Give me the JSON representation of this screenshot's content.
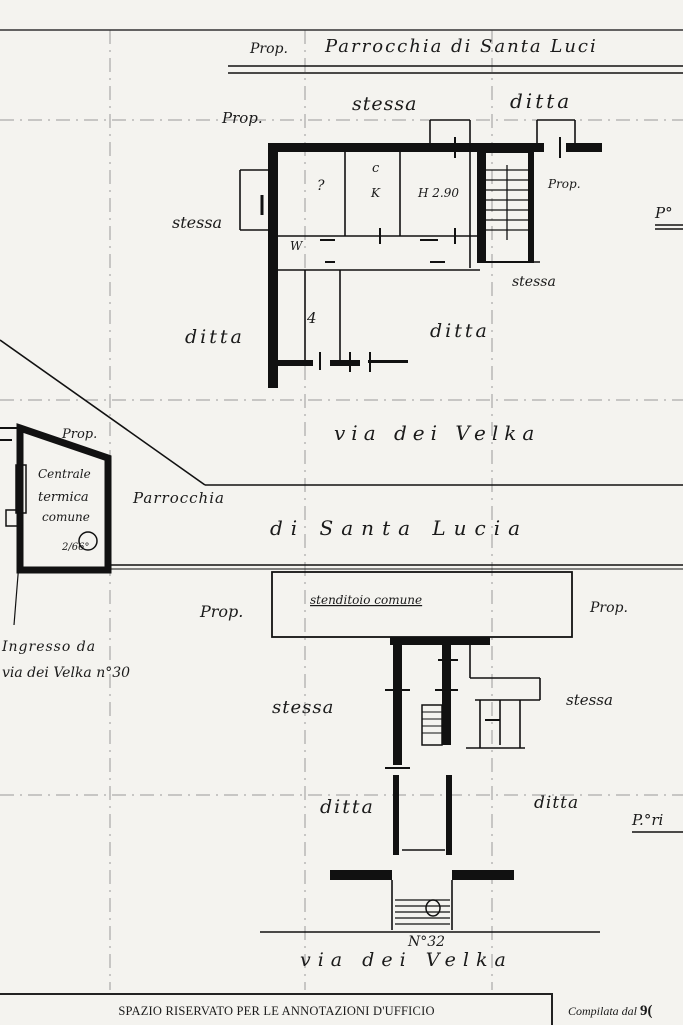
{
  "plan": {
    "owner_header": {
      "prefix": "Prop.",
      "text": "Parrocchia di Santa Luci"
    },
    "upper": {
      "north_prop": "Prop.",
      "north_same": "stessa",
      "north_ditta": "ditta",
      "stair_prop": "Prop.",
      "west_same": "stessa",
      "stair_same": "stessa",
      "west_ditta": "ditta",
      "south_ditta": "ditta",
      "room_labels": [
        "?",
        "c",
        "K",
        "H 2.90",
        "W",
        "4"
      ],
      "street": "via dei Velka",
      "floor_tag": "P°"
    },
    "thermal": {
      "prop": "Prop.",
      "line1": "Centrale",
      "line2": "termica",
      "line3": "comune",
      "fraction": "2/66°"
    },
    "band": {
      "left": "Parrocchia",
      "center": "di Santa Lucia"
    },
    "lower": {
      "left_prop": "Prop.",
      "right_prop": "Prop.",
      "common_label": "stenditoio comune",
      "entrance_line1": "Ingresso da",
      "entrance_line2": "via dei Velka n°30",
      "west_same": "stessa",
      "east_same": "stessa",
      "west_ditta": "ditta",
      "east_ditta": "ditta",
      "floor_tag": "P.°ri",
      "street_number": "N°32",
      "street": "via dei Velka"
    }
  },
  "footer": {
    "title": "SPAZIO RISERVATO PER LE ANNOTAZIONI D'UFFICIO",
    "compiled_label": "Compilata dal",
    "compiled_value": "9("
  }
}
